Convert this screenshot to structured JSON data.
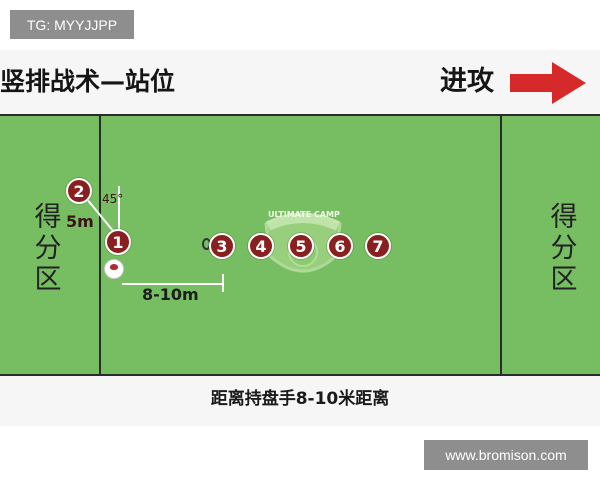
{
  "watermark_top": "TG: MYYJJPP",
  "watermark_bottom": "www.bromison.com",
  "title": "竖排战术—站位",
  "attack": {
    "label": "进攻",
    "arrow_icon": "right-arrow-icon",
    "arrow_color": "#d62a2a"
  },
  "field": {
    "color": "#77be63",
    "endzone_left": "得分区",
    "endzone_right": "得分区"
  },
  "players": [
    {
      "number": "1"
    },
    {
      "number": "2"
    },
    {
      "number": "3"
    },
    {
      "number": "4"
    },
    {
      "number": "5"
    },
    {
      "number": "6"
    },
    {
      "number": "7"
    }
  ],
  "player_color": "#8a1f1f",
  "distances": {
    "diagonal": "5m",
    "angle": "45°",
    "horizontal": "8-10m"
  },
  "logo_text": "ULTIMATE CAMP",
  "caption": "距离持盘手8-10米距离"
}
